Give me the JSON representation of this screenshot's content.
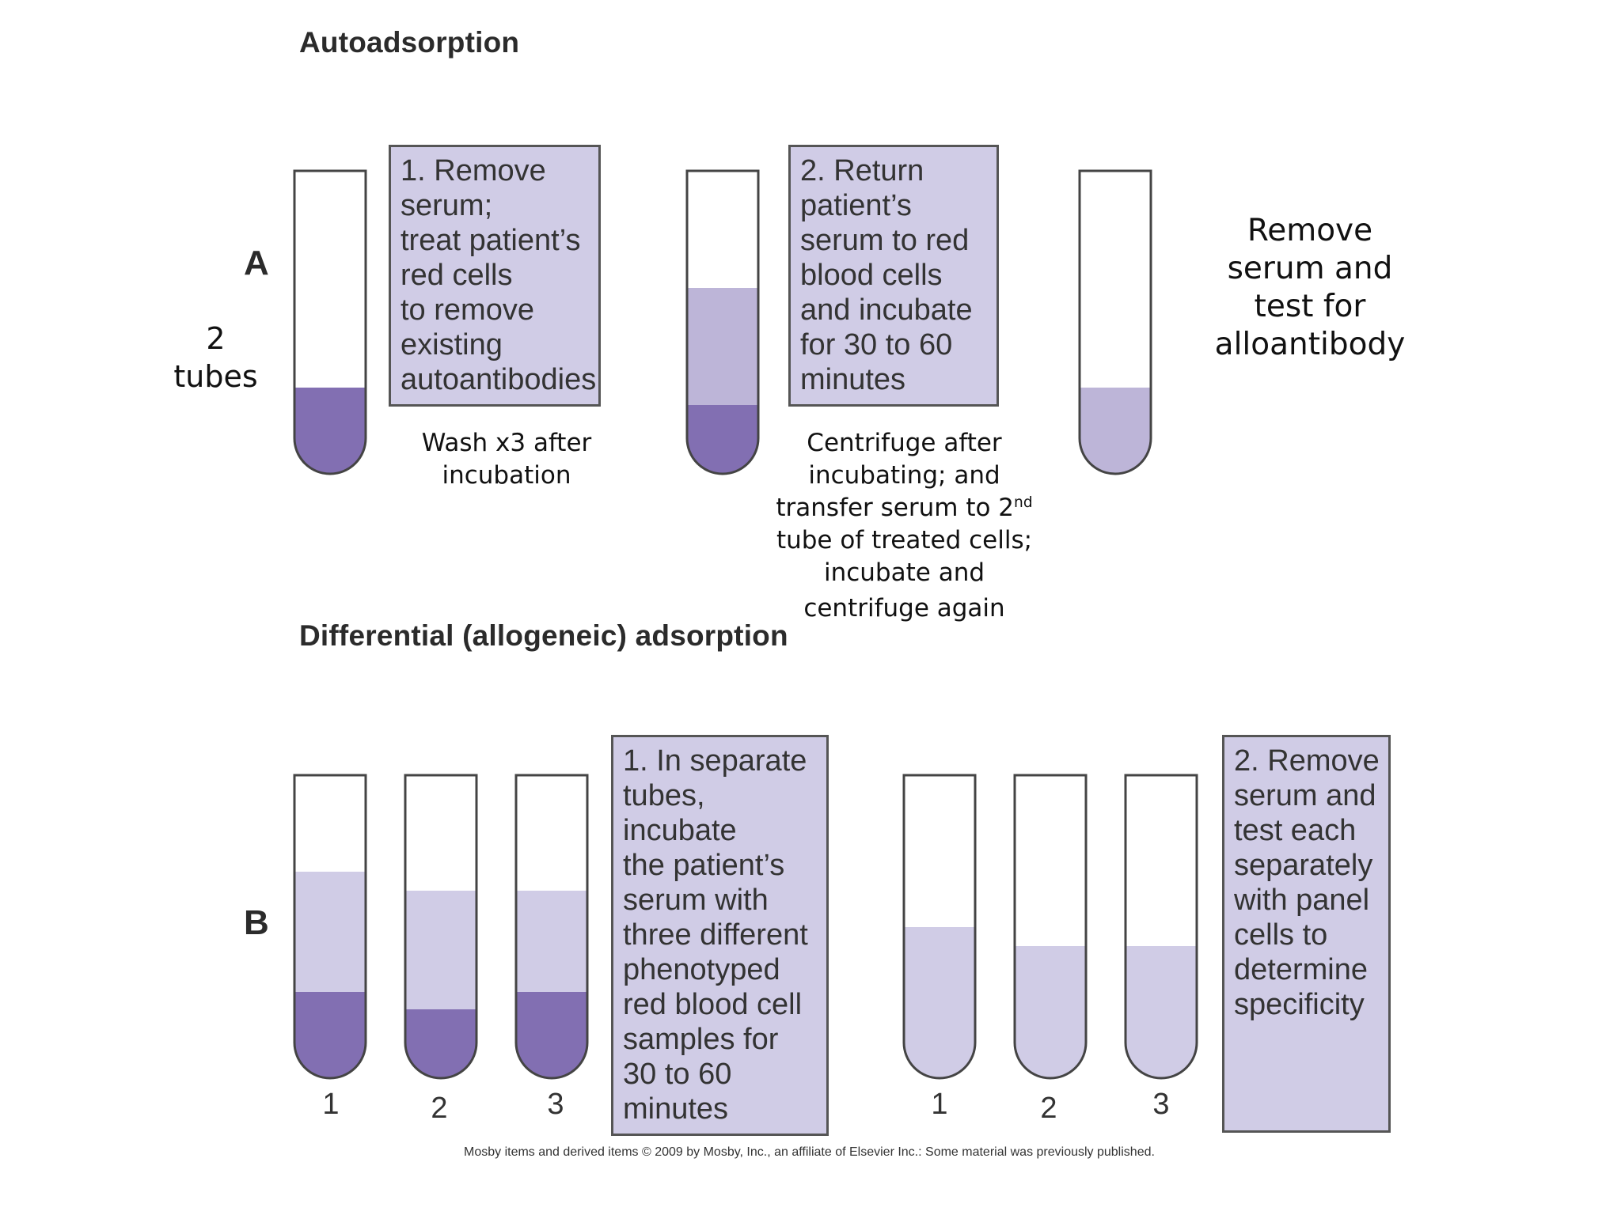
{
  "section_a": {
    "heading": "Autoadsorption",
    "letter": "A",
    "tubes_note": "2\ntubes",
    "step1": "1. Remove\nserum;\ntreat patient’s\nred cells\nto remove\nexisting\nautoantibodies",
    "step2": "2. Return\npatient’s\nserum to red\nblood cells\nand incubate\nfor 30 to 60\nminutes",
    "wash_note": "Wash x3 after\nincubation",
    "centrifuge_pre": "Centrifuge after\nincubating; and\ntransfer serum to 2",
    "centrifuge_sup": "nd",
    "centrifuge_post": "tube of treated cells;\nincubate and",
    "centrifuge_last": "centrifuge again",
    "final_note": "Remove\nserum and\ntest for\nalloantibody"
  },
  "section_b": {
    "heading": "Differential (allogeneic) adsorption",
    "letter": "B",
    "step1": "1. In separate\ntubes, incubate\nthe patient’s\nserum with\nthree different\nphenotyped\nred blood cell\nsamples for\n30 to 60\nminutes",
    "step2": "2. Remove\nserum and\ntest each\nseparately\nwith panel\ncells to\ndetermine\nspecificity",
    "left_tube_labels": [
      "1",
      "2",
      "3"
    ],
    "right_tube_labels": [
      "1",
      "2",
      "3"
    ]
  },
  "copyright": "Mosby items and derived items © 2009 by Mosby, Inc., an affiliate of Elsevier Inc.: Some material was previously published.",
  "colors": {
    "cells": "#826fb2",
    "serum": "#bdb5d8",
    "serum_light": "#d0cce6",
    "box_fill": "#d0cce6"
  }
}
